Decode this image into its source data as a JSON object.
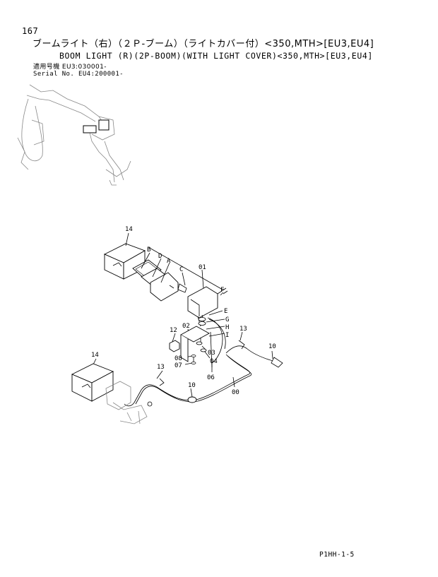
{
  "header": {
    "page_number": "167",
    "title_jp": "ブームライト（右）（２Ｐ-ブーム）（ライトカバー付）<350,MTH>[EU3,EU4]",
    "title_en": "BOOM LIGHT (R)(2P-BOOM)(WITH LIGHT COVER)<350,MTH>[EU3,EU4]",
    "serial_jp": "適用号機  EU3:030001-",
    "serial_en": "Serial No. EU4:200001-"
  },
  "callouts": {
    "c14a": "14",
    "cB": "B",
    "cD": "D",
    "cA": "A",
    "cC": "C",
    "c01": "01",
    "cF": "F",
    "cE": "E",
    "cG": "G",
    "cH": "H",
    "cI": "I",
    "c12": "12",
    "c02": "02",
    "c03": "03",
    "c04": "04",
    "c08": "08",
    "c07": "07",
    "c14b": "14",
    "c13a": "13",
    "c13b": "13",
    "c10a": "10",
    "c10b": "10",
    "c06": "06",
    "c00": "00"
  },
  "footer": {
    "page_code": "P1HH-1-5"
  }
}
